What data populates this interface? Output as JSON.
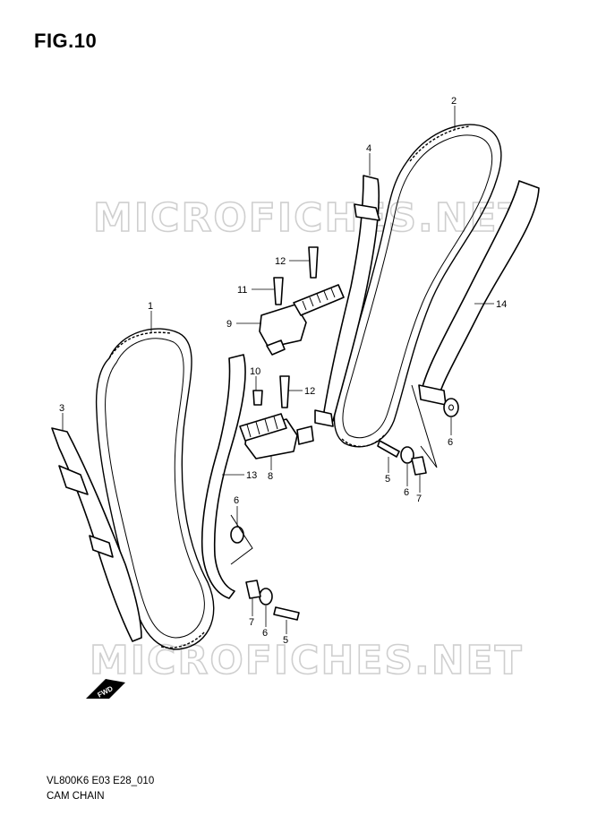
{
  "figure_title": "FIG.10",
  "watermark_text": "MICROFICHES.NET",
  "direction_icon_text": "FWD",
  "drawing_code": "VL800K6 E03 E28_010",
  "caption": "CAM CHAIN",
  "callouts": {
    "c1": "1",
    "c2": "2",
    "c3": "3",
    "c4": "4",
    "c5a": "5",
    "c5b": "5",
    "c6a": "6",
    "c6b": "6",
    "c6c": "6",
    "c6d": "6",
    "c7a": "7",
    "c7b": "7",
    "c8": "8",
    "c9": "9",
    "c10": "10",
    "c11": "11",
    "c12a": "12",
    "c12b": "12",
    "c13": "13",
    "c14": "14"
  }
}
